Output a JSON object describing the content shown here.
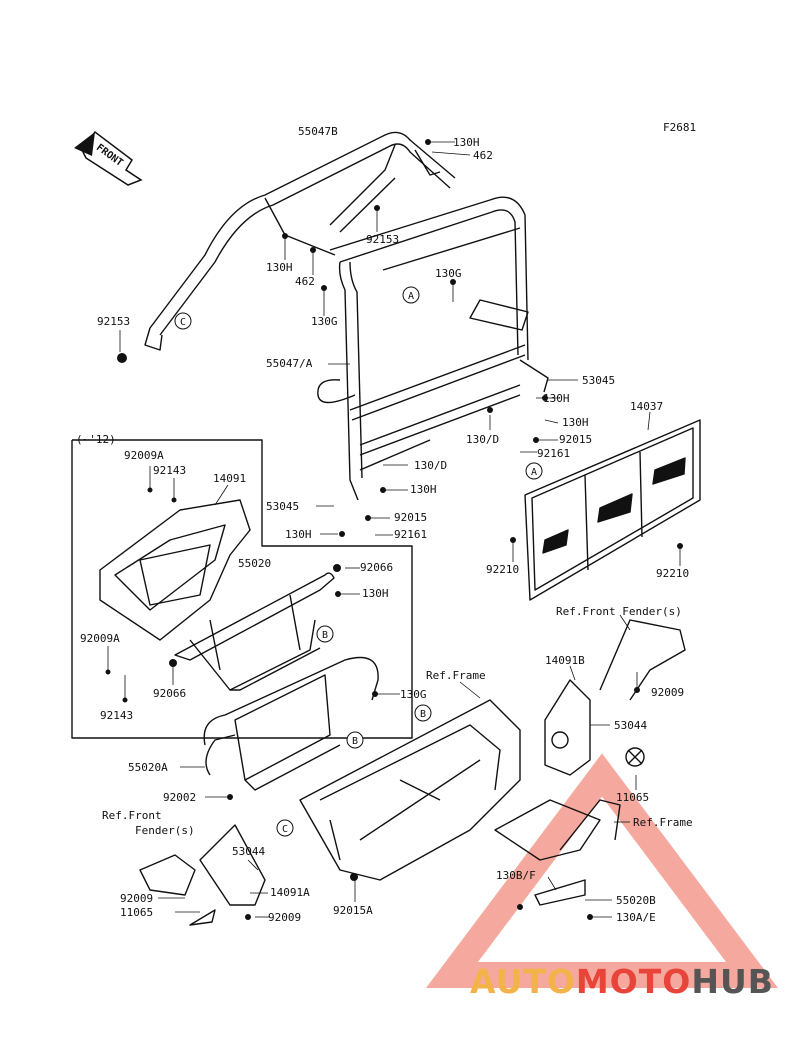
{
  "figure_id": "F2681",
  "front_label": "FRONT",
  "inset_note": "(~'12)",
  "callouts": [
    "A",
    "B",
    "C"
  ],
  "parts": {
    "p55047B": "55047B",
    "p130H_a": "130H",
    "p462_a": "462",
    "p92153_a": "92153",
    "p130H_b": "130H",
    "p462_b": "462",
    "p130G_a": "130G",
    "p130G_b": "130G",
    "p92153_b": "92153",
    "p55047A": "55047/A",
    "p53045_a": "53045",
    "p130H_c": "130H",
    "p14037": "14037",
    "p130H_d": "130H",
    "p130D_a": "130/D",
    "p92015_a": "92015",
    "p92161_a": "92161",
    "p130D_b": "130/D",
    "p53045_b": "53045",
    "p130H_e": "130H",
    "p92015_b": "92015",
    "p130H_f": "130H",
    "p92161_b": "92161",
    "p92210_a": "92210",
    "p92210_b": "92210",
    "p92009A_a": "92009A",
    "p92143_a": "92143",
    "p14091": "14091",
    "p55020": "55020",
    "p92066_a": "92066",
    "p130H_g": "130H",
    "p92009A_b": "92009A",
    "p92066_b": "92066",
    "p92143_b": "92143",
    "ref_front_fender_a": "Ref.Front Fender(s)",
    "p14091B": "14091B",
    "ref_frame_a": "Ref.Frame",
    "p92009_a": "92009",
    "p130G_c": "130G",
    "p53044_a": "53044",
    "p55020A": "55020A",
    "p11065_a": "11065",
    "p92002": "92002",
    "ref_frame_b": "Ref.Frame",
    "ref_front_label": "Ref.Front",
    "ref_fender_label": "Fender(s)",
    "p53044_b": "53044",
    "p130BF": "130B/F",
    "p14091A": "14091A",
    "p92009_b": "92009",
    "p92015A": "92015A",
    "p55020B": "55020B",
    "p11065_b": "11065",
    "p92009_c": "92009",
    "p130AE": "130A/E"
  },
  "watermark": {
    "part1": "AUTO",
    "part2": "MOTO",
    "part3": "HUB"
  },
  "colors": {
    "line": "#111111",
    "watermark_red": "#e8443a",
    "watermark_orange": "#f4b24a",
    "watermark_gray": "#555555"
  }
}
